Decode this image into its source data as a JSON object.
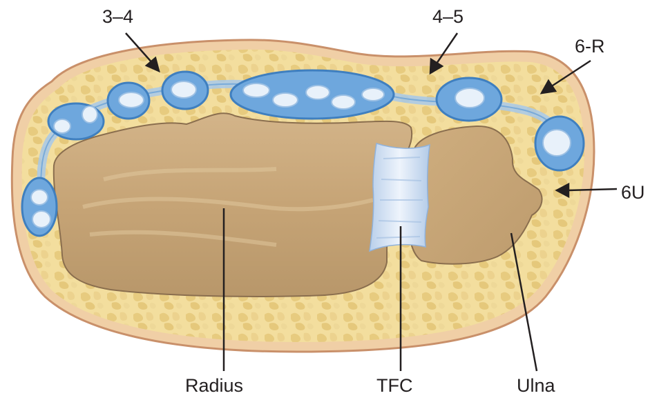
{
  "labels": {
    "compartment_3_4": "3–4",
    "compartment_4_5": "4–5",
    "compartment_6r": "6-R",
    "compartment_6u": "6U",
    "radius": "Radius",
    "tfc": "TFC",
    "ulna": "Ulna"
  },
  "colors": {
    "skin_outline": "#c9906a",
    "skin_fill": "#f0cfa6",
    "fat": "#f3de9e",
    "fat_blob": "#e6c878",
    "bone": "#c8a77a",
    "bone_outline": "#8a6e4e",
    "tendon_sheath": "#4d8fcf",
    "tendon": "#e8f1fa",
    "tfc": "#dbe8f7",
    "line": "#231f20"
  }
}
